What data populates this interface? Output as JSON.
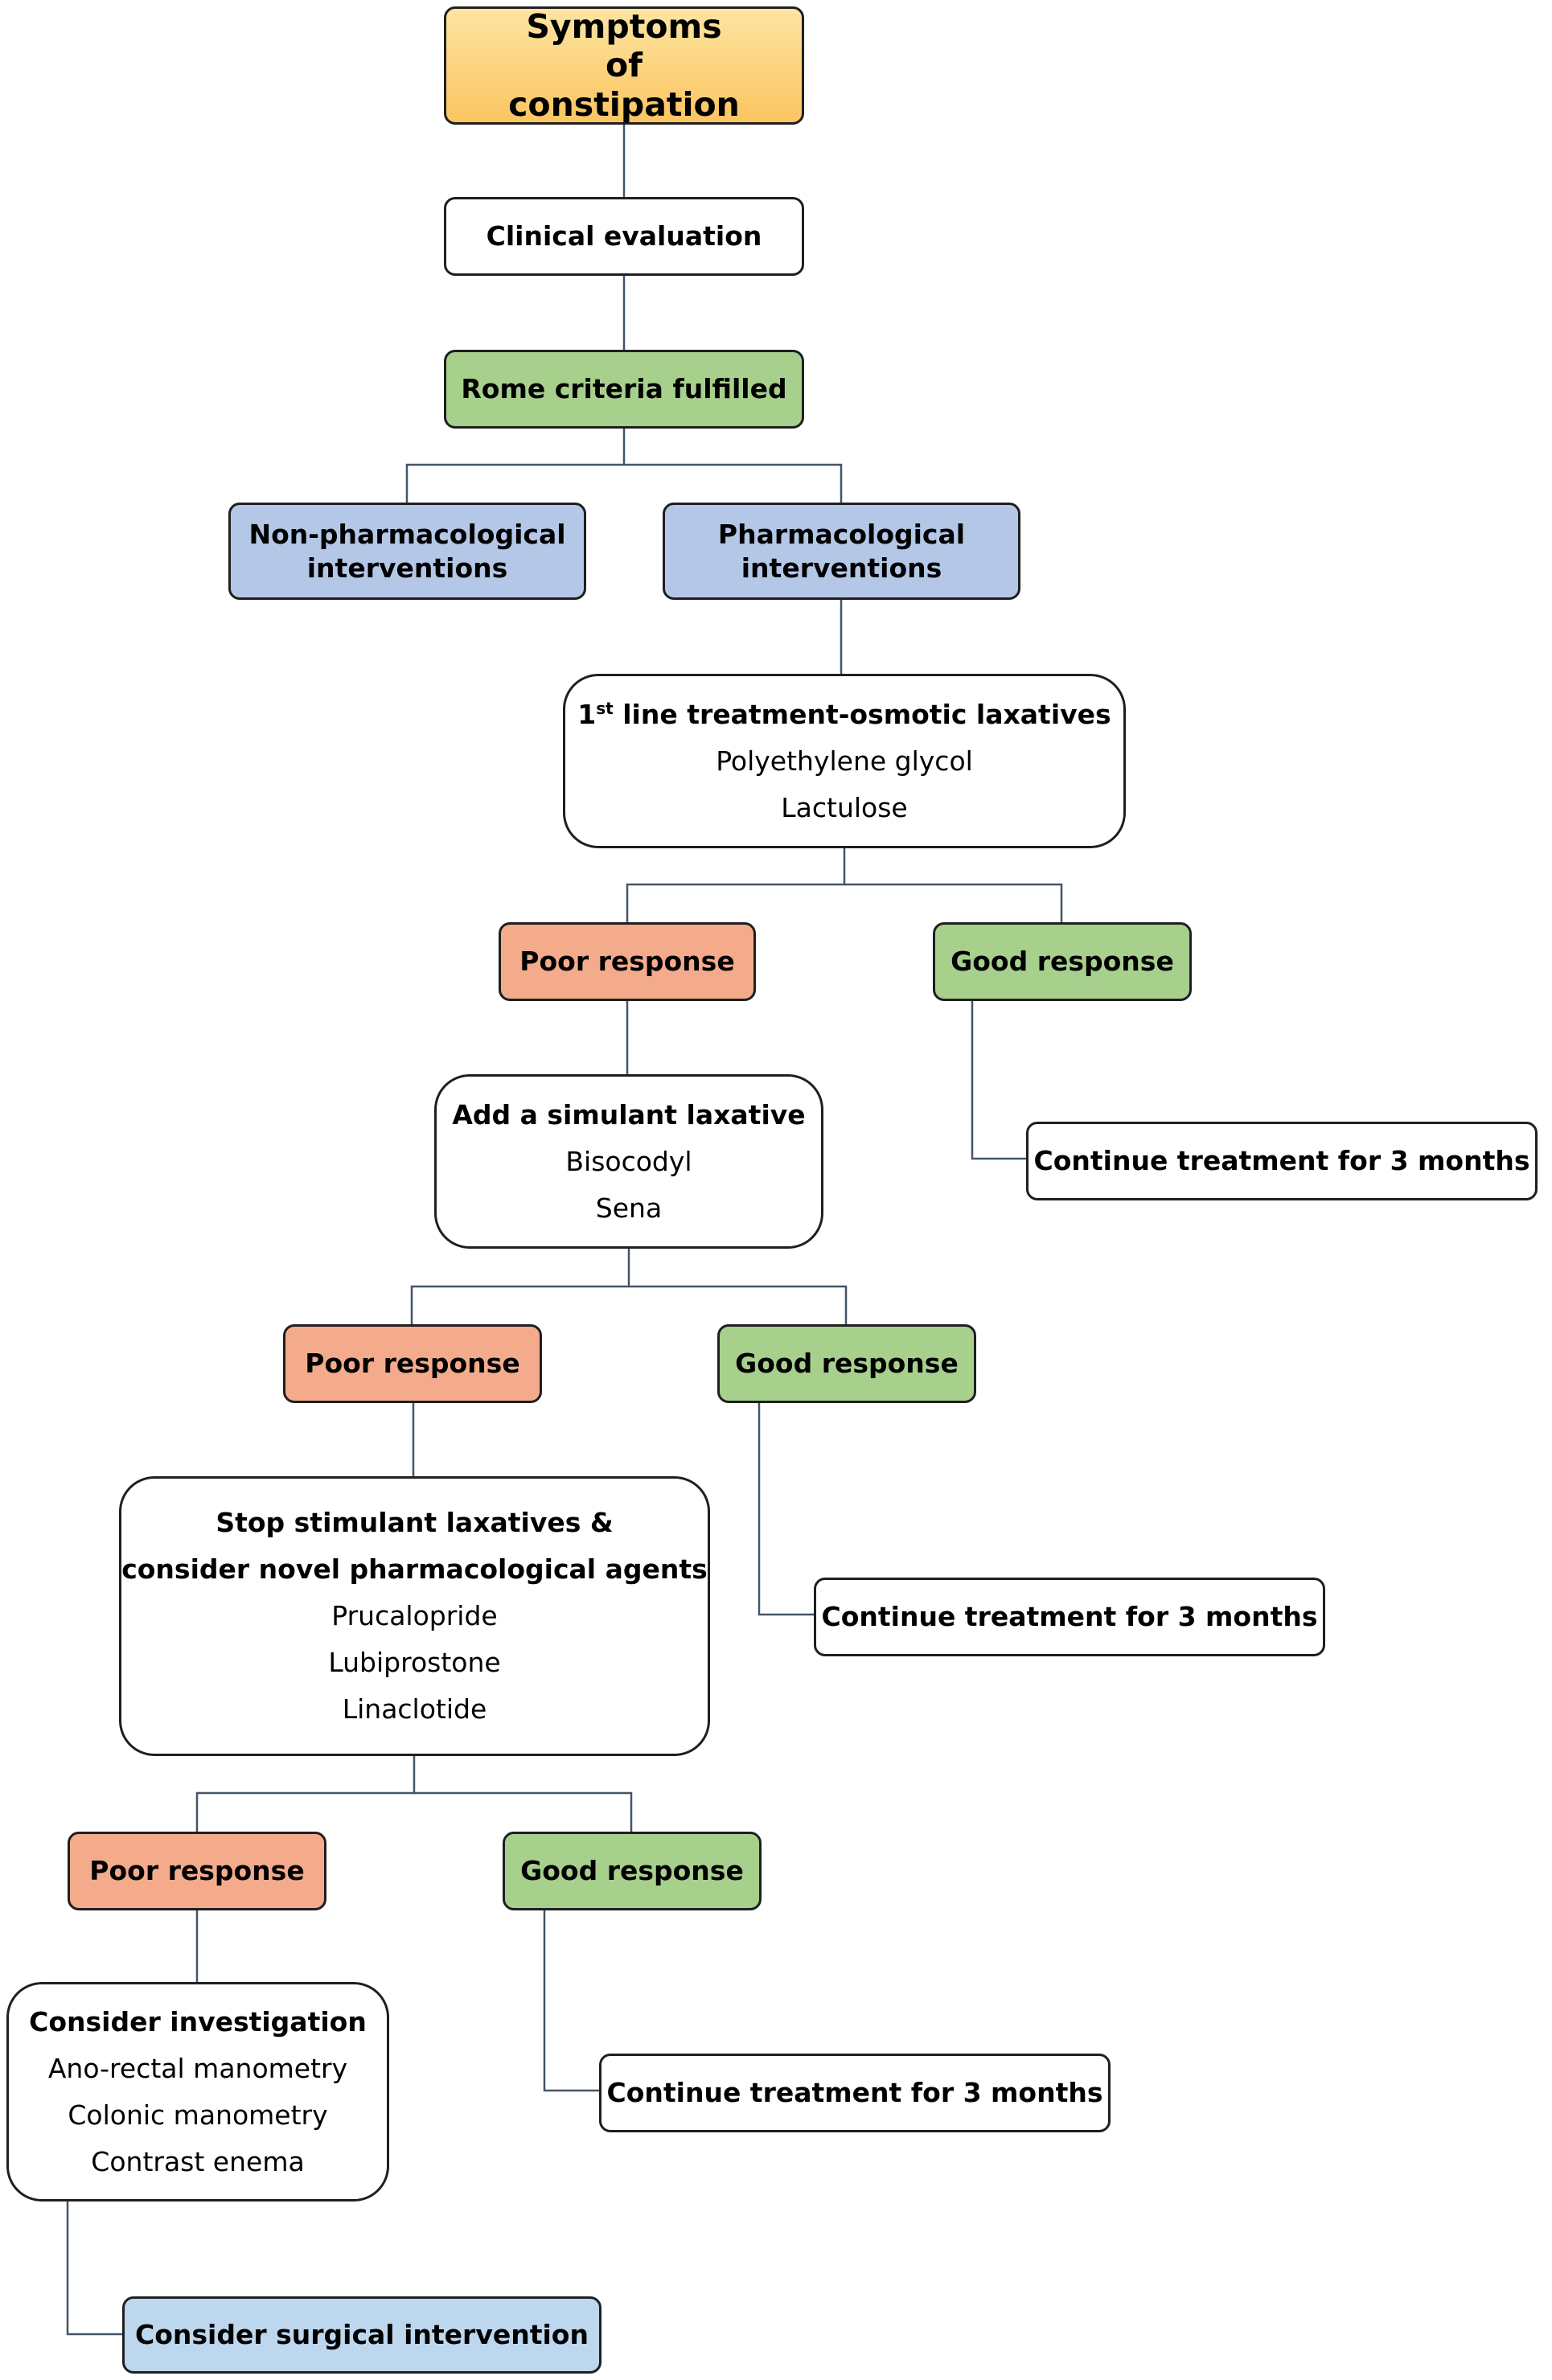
{
  "flowchart": {
    "start": "Symptoms of constipation",
    "clinical_evaluation": "Clinical evaluation",
    "rome_criteria": "Rome criteria fulfilled",
    "non_pharm": "Non-pharmacological interventions",
    "pharm": "Pharmacological interventions",
    "first_line": {
      "title_prefix": "1",
      "title_sup": "st",
      "title_rest": " line treatment-osmotic laxatives",
      "items": [
        "Polyethylene glycol",
        "Lactulose"
      ]
    },
    "poor_response": "Poor response",
    "good_response": "Good response",
    "continue_treatment": "Continue treatment for 3 months",
    "stimulant": {
      "title": "Add a simulant laxative",
      "items": [
        "Bisocodyl",
        "Sena"
      ]
    },
    "novel": {
      "title_line1": "Stop stimulant laxatives &",
      "title_line2": "consider novel pharmacological agents",
      "items": [
        "Prucalopride",
        "Lubiprostone",
        "Linaclotide"
      ]
    },
    "investigation": {
      "title": "Consider investigation",
      "items": [
        "Ano-rectal manometry",
        "Colonic manometry",
        "Contrast enema"
      ]
    },
    "surgical": "Consider surgical intervention"
  }
}
